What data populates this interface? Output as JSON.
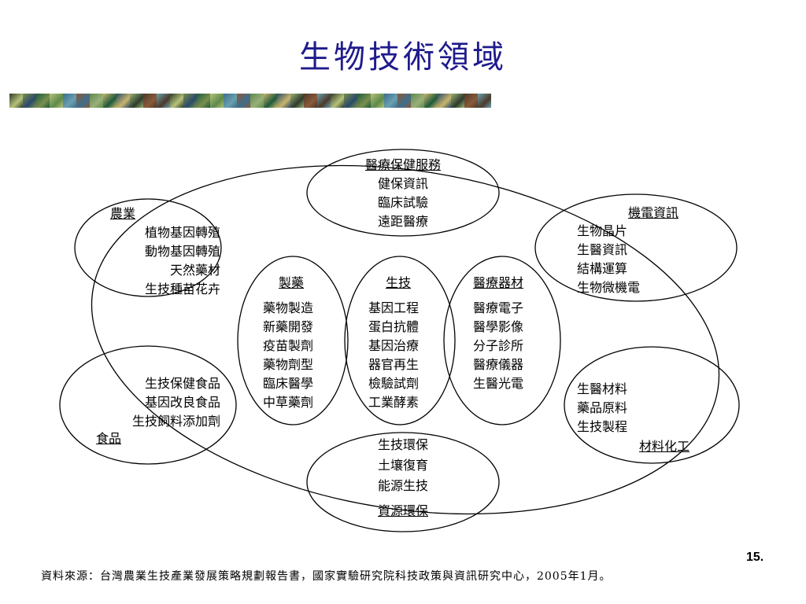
{
  "title": "生物技術領域",
  "center": {
    "header": "生技",
    "items": [
      "基因工程",
      "蛋白抗體",
      "基因治療",
      "器官再生",
      "檢驗試劑",
      "工業酵素"
    ]
  },
  "pharma": {
    "header": "製藥",
    "items": [
      "藥物製造",
      "新藥開發",
      "疫苗製劑",
      "藥物劑型",
      "臨床醫學",
      "中草藥劑"
    ]
  },
  "devices": {
    "header": "醫療器材",
    "items": [
      "醫療電子",
      "醫學影像",
      "分子診所",
      "醫療儀器",
      "生醫光電"
    ]
  },
  "healthcare": {
    "header": "醫療保健服務",
    "items": [
      "健保資訊",
      "臨床試驗",
      "遠距醫療"
    ]
  },
  "agriculture": {
    "header": "農業",
    "items": [
      "植物基因轉殖",
      "動物基因轉殖",
      "天然藥材",
      "生技種苗花卉"
    ]
  },
  "electromech": {
    "header": "機電資訊",
    "items": [
      "生物晶片",
      "生醫資訊",
      "結構運算",
      "生物微機電"
    ]
  },
  "food": {
    "header": "食品",
    "items": [
      "生技保健食品",
      "基因改良食品",
      "生技飼料添加劑"
    ]
  },
  "materials": {
    "header": "材料化工",
    "items": [
      "生醫材料",
      "藥品原料",
      "生技製程"
    ]
  },
  "environment": {
    "header": "資源環保",
    "items": [
      "生技環保",
      "土壤復育",
      "能源生技"
    ]
  },
  "page_number": "15.",
  "source": "資料來源：台灣農業生技產業發展策略規劃報告書，國家實驗研究院科技政策與資訊研究中心，2005年1月。",
  "colors": {
    "title": "#1f1b8c",
    "outline": "#000000"
  }
}
